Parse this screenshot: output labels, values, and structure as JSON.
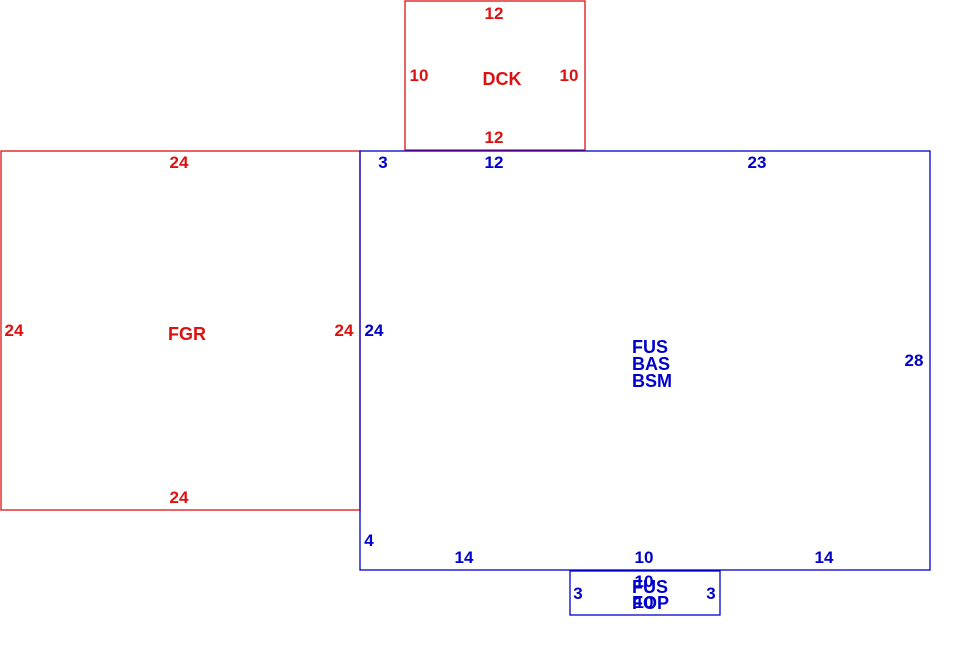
{
  "colors": {
    "red": "#dd1111",
    "blue": "#0000cc"
  },
  "areas": {
    "dck": {
      "code": "DCK",
      "dims": {
        "top": "12",
        "left": "10",
        "right": "10",
        "bottom": "12"
      }
    },
    "fgr": {
      "code": "FGR",
      "dims": {
        "top": "24",
        "left": "24",
        "right": "24",
        "bottom": "24"
      }
    },
    "main": {
      "codes": [
        "FUS",
        "BAS",
        "BSM"
      ],
      "dims": {
        "top_a": "3",
        "top_b": "12",
        "top_c": "23",
        "left": "24",
        "right": "28",
        "left_lower": "4",
        "bottom_a": "14",
        "bottom_b": "10",
        "bottom_c": "14"
      }
    },
    "porch": {
      "codes": [
        "FUS",
        "FOP"
      ],
      "dims": {
        "top": "10",
        "inner": "10",
        "left": "3",
        "right": "3"
      }
    }
  }
}
